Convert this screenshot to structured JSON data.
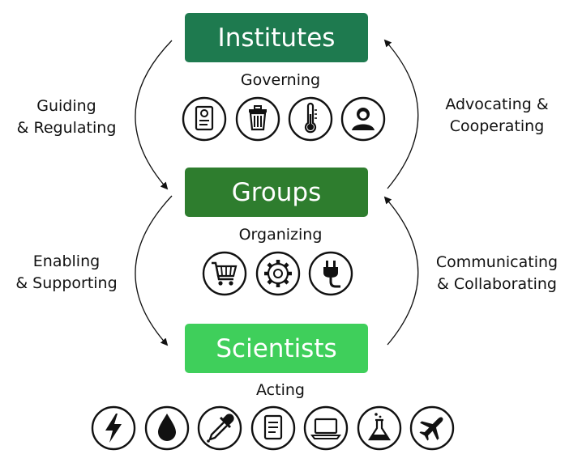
{
  "levels": {
    "institutes": {
      "label": "Institutes",
      "activity": "Governing",
      "color": "#1e7a4f",
      "icons": [
        "document-seal-icon",
        "trash-bin-icon",
        "thermometer-icon",
        "person-icon"
      ]
    },
    "groups": {
      "label": "Groups",
      "activity": "Organizing",
      "color": "#2e7d2e",
      "icons": [
        "shopping-cart-icon",
        "gear-icon",
        "power-plug-icon"
      ]
    },
    "scientists": {
      "label": "Scientists",
      "activity": "Acting",
      "color": "#3fcf5b",
      "icons": [
        "lightning-icon",
        "water-drop-icon",
        "pipette-icon",
        "notepad-icon",
        "laptop-icon",
        "flask-icon",
        "airplane-icon"
      ]
    }
  },
  "relations": {
    "left_top": [
      "Guiding",
      "& Regulating"
    ],
    "right_top": [
      "Advocating &",
      "Cooperating"
    ],
    "left_bottom": [
      "Enabling",
      "& Supporting"
    ],
    "right_bottom": [
      "Communicating",
      "& Collaborating"
    ]
  }
}
